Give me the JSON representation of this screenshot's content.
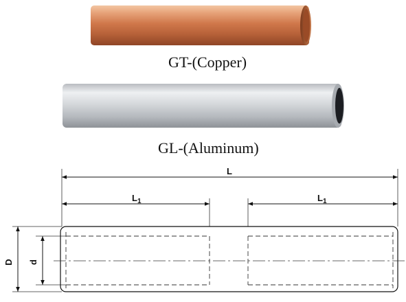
{
  "products": {
    "copper": {
      "caption": "GT-(Copper)",
      "color": "#c8744a"
    },
    "aluminum": {
      "caption": "GL-(Aluminum)",
      "color": "#c9ccd0"
    }
  },
  "drawing": {
    "labels": {
      "overall_length": "L",
      "insert_length_left": "L",
      "insert_length_left_sub": "1",
      "insert_length_right": "L",
      "insert_length_right_sub": "1",
      "outer_diameter": "D",
      "inner_diameter": "d"
    }
  }
}
